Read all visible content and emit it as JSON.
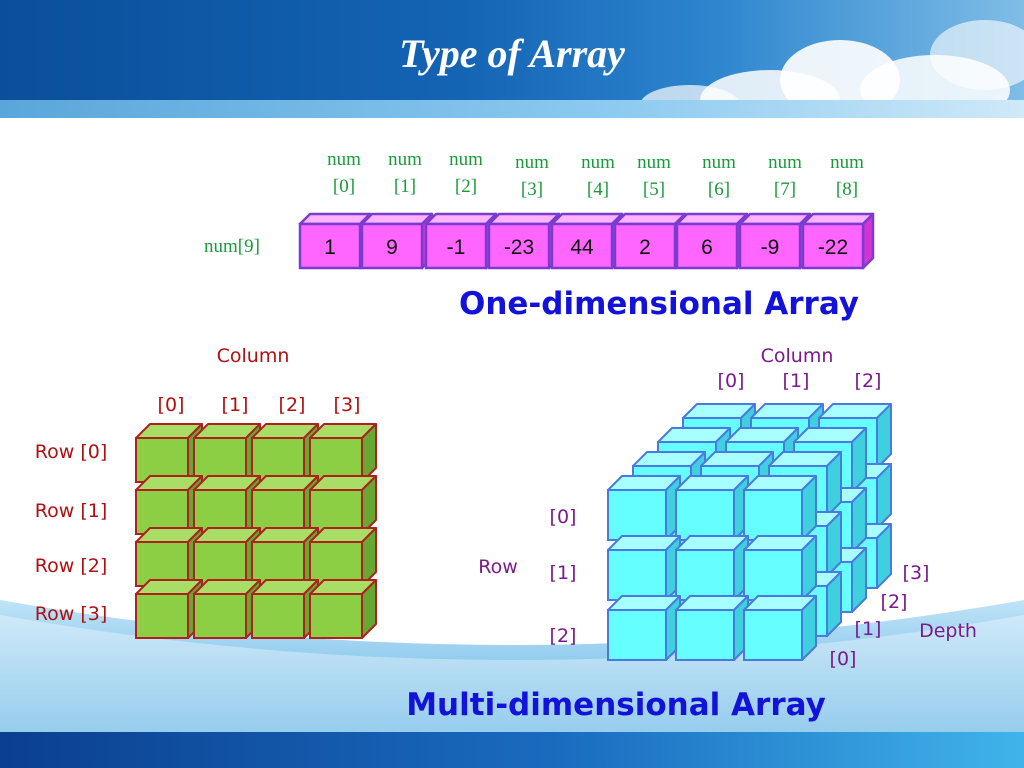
{
  "title": "Type of Array",
  "one_dim": {
    "array_label": "num[9]",
    "caption": "One-dimensional Array",
    "index_prefix": "num",
    "indices": [
      "[0]",
      "[1]",
      "[2]",
      "[3]",
      "[4]",
      "[5]",
      "[6]",
      "[7]",
      "[8]"
    ],
    "values": [
      "1",
      "9",
      "-1",
      "-23",
      "44",
      "2",
      "6",
      "-9",
      "-22"
    ]
  },
  "two_dim": {
    "column_label": "Column",
    "col_indices": [
      "[0]",
      "[1]",
      "[2]",
      "[3]"
    ],
    "row_labels": [
      "Row [0]",
      "Row [1]",
      "Row [2]",
      "Row [3]"
    ]
  },
  "three_dim": {
    "column_label": "Column",
    "col_indices": [
      "[0]",
      "[1]",
      "[2]"
    ],
    "row_label": "Row",
    "row_indices": [
      "[0]",
      "[1]",
      "[2]"
    ],
    "depth_label": "Depth",
    "depth_indices": [
      "[3]",
      "[2]",
      "[1]",
      "[0]"
    ]
  },
  "caption_multi": "Multi-dimensional Array",
  "colors": {
    "one_dim_fill": "#ff66ff",
    "one_dim_top": "#ffb3ff",
    "one_dim_side": "#d633d6",
    "one_dim_stroke": "#7a3ccf",
    "two_dim_fill": "#8ccf44",
    "two_dim_top": "#a8dd66",
    "two_dim_side": "#66a832",
    "two_dim_stroke": "#b02020",
    "three_dim_fill": "#66ffff",
    "three_dim_top": "#a8ffff",
    "three_dim_side": "#3fd0e0",
    "three_dim_stroke": "#4a7adf",
    "index_green": "#1a9a3a",
    "caption_blue": "#1212d8",
    "label_red": "#b01010",
    "label_purple": "#7a1a8c"
  }
}
